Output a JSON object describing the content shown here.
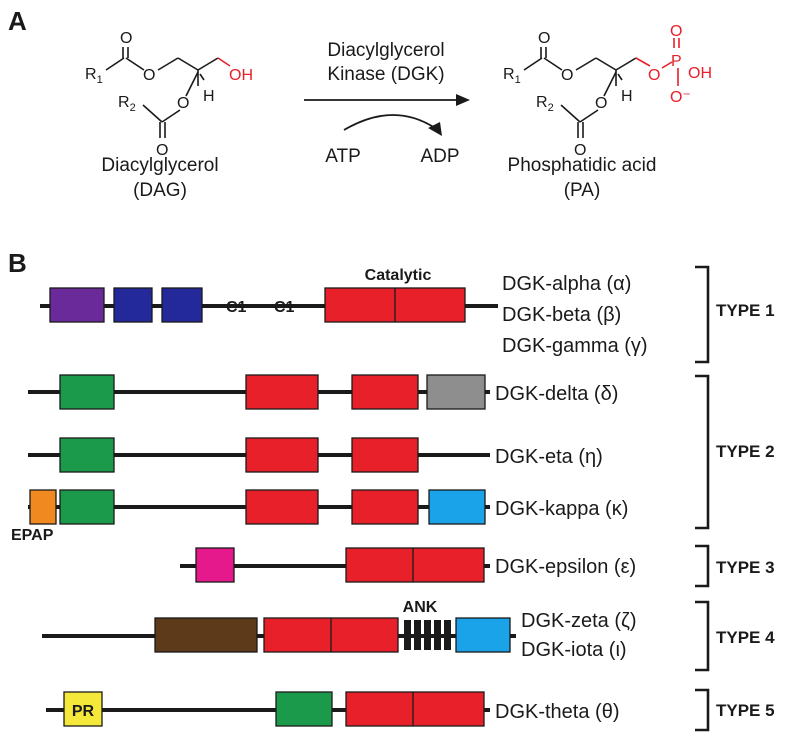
{
  "panel_a": {
    "letter": "A",
    "substrate_name": "Diacylglycerol",
    "substrate_abbr": "(DAG)",
    "product_name": "Phosphatidic acid",
    "product_abbr": "(PA)",
    "enzyme_line1": "Diacylglycerol",
    "enzyme_line2": "Kinase (DGK)",
    "cofactor_in": "ATP",
    "cofactor_out": "ADP",
    "atoms": {
      "O": "O",
      "OH": "OH",
      "H": "H",
      "R": "R",
      "P": "P",
      "O_minus": "O⁻",
      "sub1": "1",
      "sub2": "2"
    }
  },
  "panel_b": {
    "letter": "B",
    "catalytic_label": "Catalytic",
    "c1_label": "C1",
    "ank_label": "ANK",
    "epap_label": "EPAP",
    "pr_label": "PR",
    "isoforms": [
      "DGK-alpha (α)",
      "DGK-beta (β)",
      "DGK-gamma (γ)",
      "DGK-delta (δ)",
      "DGK-eta (η)",
      "DGK-kappa (κ)",
      "DGK-epsilon (ε)",
      "DGK-zeta (ζ)",
      "DGK-iota (ι)",
      "DGK-theta (θ)"
    ],
    "types": [
      "TYPE 1",
      "TYPE 2",
      "TYPE 3",
      "TYPE 4",
      "TYPE 5"
    ],
    "domain_colors": {
      "ef_hand": "#6a2a9a",
      "c1": "#23289a",
      "catalytic": "#e8202a",
      "ph": "#1a9a4a",
      "sam": "#8e8e8e",
      "sam_or_ank_end": "#1aa3e8",
      "epap": "#f08a20",
      "ras": "#e6198c",
      "marcks": "#5c3a1a",
      "pr": "#f4e83a",
      "ank": "#1a1a1a"
    }
  }
}
